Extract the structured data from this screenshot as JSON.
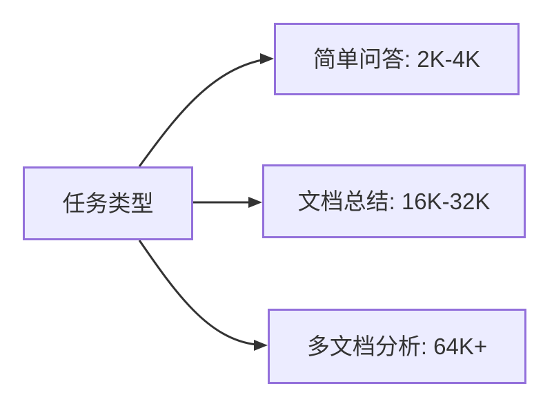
{
  "diagram": {
    "type": "flowchart",
    "direction": "left-to-right",
    "colors": {
      "background": "#ffffff",
      "node-fill": "#ECECFF",
      "node-border": "#9370DB",
      "edge": "#333333",
      "text": "#333333"
    },
    "nodes": {
      "root": {
        "label": "任务类型"
      },
      "branch_top": {
        "label": "简单问答: 2K-4K"
      },
      "branch_middle": {
        "label": "文档总结: 16K-32K"
      },
      "branch_bottom": {
        "label": "多文档分析: 64K+"
      }
    },
    "edges": [
      {
        "from": "任务类型",
        "to": "简单问答: 2K-4K",
        "arrow": "triangle"
      },
      {
        "from": "任务类型",
        "to": "文档总结: 16K-32K",
        "arrow": "triangle"
      },
      {
        "from": "任务类型",
        "to": "多文档分析: 64K+",
        "arrow": "triangle"
      }
    ]
  }
}
